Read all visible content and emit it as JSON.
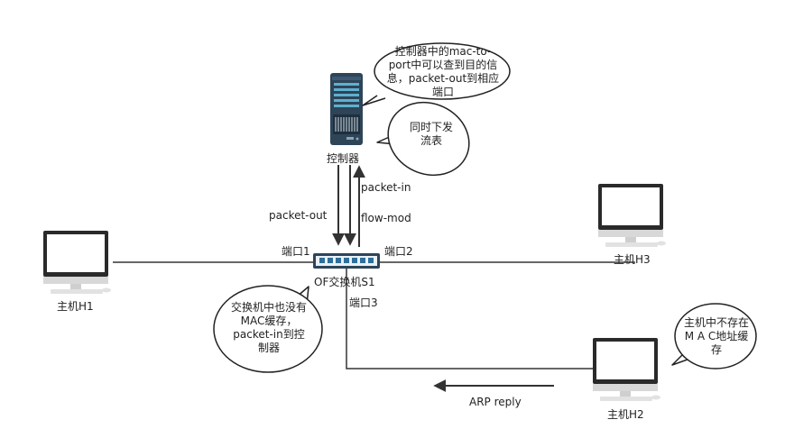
{
  "nodes": {
    "controller": "控制器",
    "switch": "OF交换机S1",
    "h1": "主机H1",
    "h2": "主机H2",
    "h3": "主机H3"
  },
  "ports": {
    "p1": "端口1",
    "p2": "端口2",
    "p3": "端口3"
  },
  "arrows": {
    "packet_out": "packet-out",
    "packet_in": "packet-in",
    "flow_mod": "flow-mod",
    "arp_reply": "ARP reply"
  },
  "bubbles": {
    "controller_info": "控制器中的mac-to-port中可以查到目的信息，packet-out到相应端口",
    "flow_table": "同时下发流表",
    "switch_info": "交换机中也没有MAC缓存，packet-in到控制器",
    "h2_info": "主机中不存在M A C地址缓存"
  }
}
